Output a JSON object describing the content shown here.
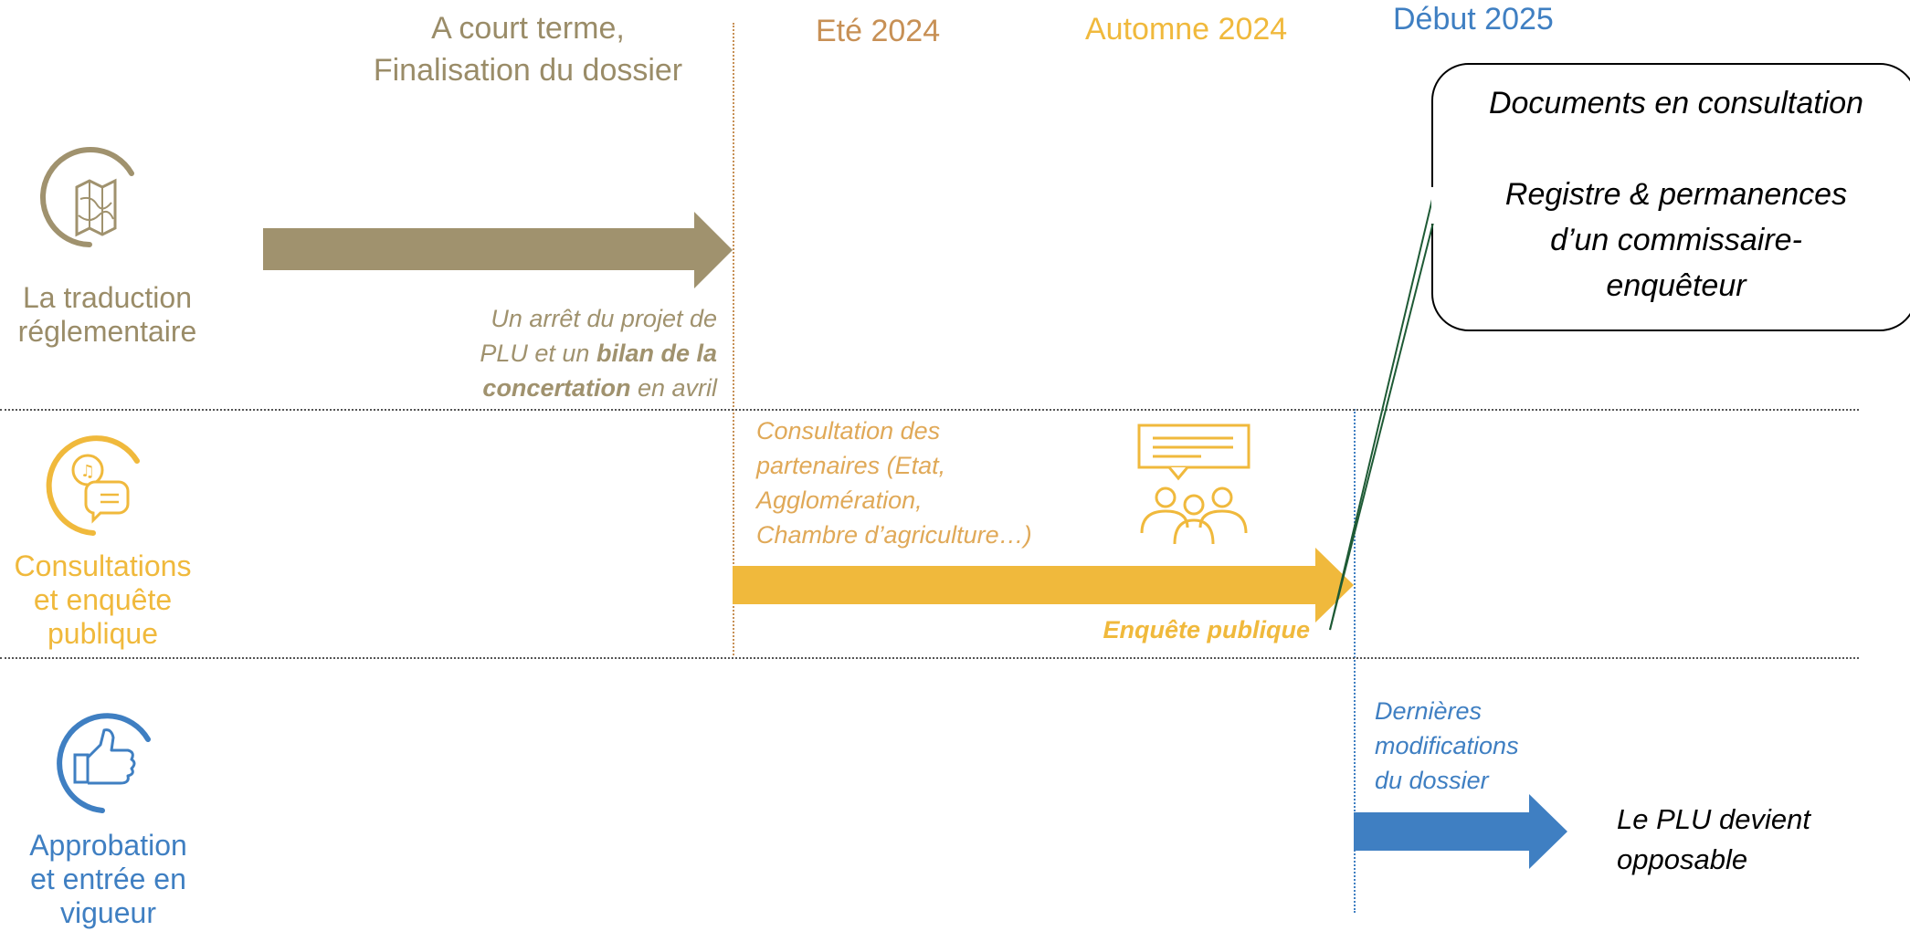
{
  "colors": {
    "olive": "#a0926e",
    "olive_text": "#9a8c68",
    "yellow": "#f0b93c",
    "yellow_text": "#f0b93c",
    "yellow_note": "#e0a958",
    "blue": "#3f7fc2",
    "ete": "#c79055",
    "automne": "#f0b93c"
  },
  "phases": {
    "court_terme_line1": "A court terme,",
    "court_terme_line2": "Finalisation du dossier",
    "ete": "Eté 2024",
    "automne": "Automne 2024",
    "debut": "Début 2025"
  },
  "rows": {
    "traduction_line1": "La traduction",
    "traduction_line2": "réglementaire",
    "consultations_line1": "Consultations",
    "consultations_line2": "et enquête",
    "consultations_line3": "publique",
    "approbation_line1": "Approbation",
    "approbation_line2": "et entrée en",
    "approbation_line3": "vigueur"
  },
  "icons": {
    "map": "map-icon",
    "chat": "chat-bubbles-icon",
    "thumb": "thumbs-up-icon",
    "meeting": "meeting-people-icon"
  },
  "notes": {
    "arret_a": "Un arrêt du projet de",
    "arret_b": "PLU et un ",
    "arret_c": "bilan de la",
    "arret_d": "concertation",
    "arret_e": " en avril",
    "consult_l1": "Consultation des",
    "consult_l2": "partenaires (Etat,",
    "consult_l3": "Agglomération,",
    "consult_l4": "Chambre d’agriculture…)",
    "enquete": "Enquête publique",
    "dernieres_l1": "Dernières",
    "dernieres_l2": "modifications",
    "dernieres_l3": "du dossier",
    "opposable_l1": "Le PLU devient",
    "opposable_l2": "opposable"
  },
  "callout": {
    "line1": "Documents en consultation",
    "line2": "Registre & permanences",
    "line3": "d’un commissaire-",
    "line4": "enquêteur"
  }
}
